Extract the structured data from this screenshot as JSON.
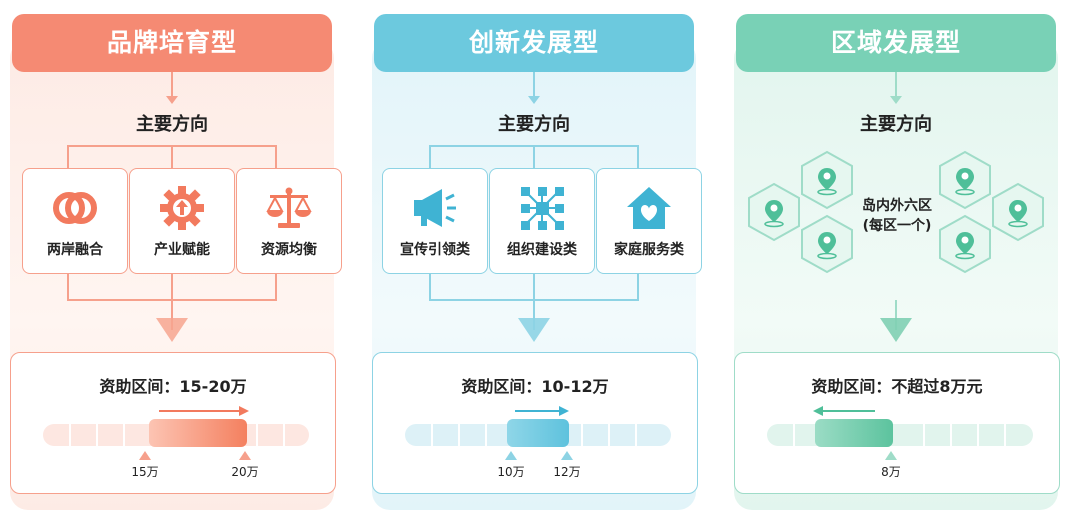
{
  "columns": [
    {
      "title": "品牌培育型",
      "direction_label": "主要方向",
      "colors": {
        "header": "#f58a73",
        "light": "#fde4dc",
        "line": "#f6a08c",
        "accent": "#f27a5e",
        "track": "#fde7e1"
      },
      "items": [
        {
          "label": "两岸融合",
          "icon": "linked-rings-icon"
        },
        {
          "label": "产业赋能",
          "icon": "gear-arrow-icon"
        },
        {
          "label": "资源均衡",
          "icon": "balance-scale-icon"
        }
      ],
      "funding": {
        "text": "资助区间：15-20万",
        "min": 15,
        "max": 20,
        "min_label": "15万",
        "max_label": "20万",
        "arrow": "right"
      }
    },
    {
      "title": "创新发展型",
      "direction_label": "主要方向",
      "colors": {
        "header": "#6cc9de",
        "light": "#dcf2f8",
        "line": "#8dd3e4",
        "accent": "#3fb3d3",
        "track": "#ddf1f7"
      },
      "items": [
        {
          "label": "宣传引领类",
          "icon": "megaphone-icon"
        },
        {
          "label": "组织建设类",
          "icon": "network-icon"
        },
        {
          "label": "家庭服务类",
          "icon": "house-heart-icon"
        }
      ],
      "funding": {
        "text": "资助区间：10-12万",
        "min": 10,
        "max": 12,
        "min_label": "10万",
        "max_label": "12万",
        "arrow": "right"
      }
    },
    {
      "title": "区域发展型",
      "direction_label": "主要方向",
      "colors": {
        "header": "#79d1b6",
        "light": "#dff4ec",
        "line": "#9fdcc8",
        "accent": "#4fbf99",
        "track": "#e1f4ed"
      },
      "hex_center": [
        "岛内外六区",
        "(每区一个)"
      ],
      "funding": {
        "text": "资助区间：不超过8万元",
        "max": 8,
        "max_label": "8万",
        "arrow": "left"
      }
    }
  ]
}
